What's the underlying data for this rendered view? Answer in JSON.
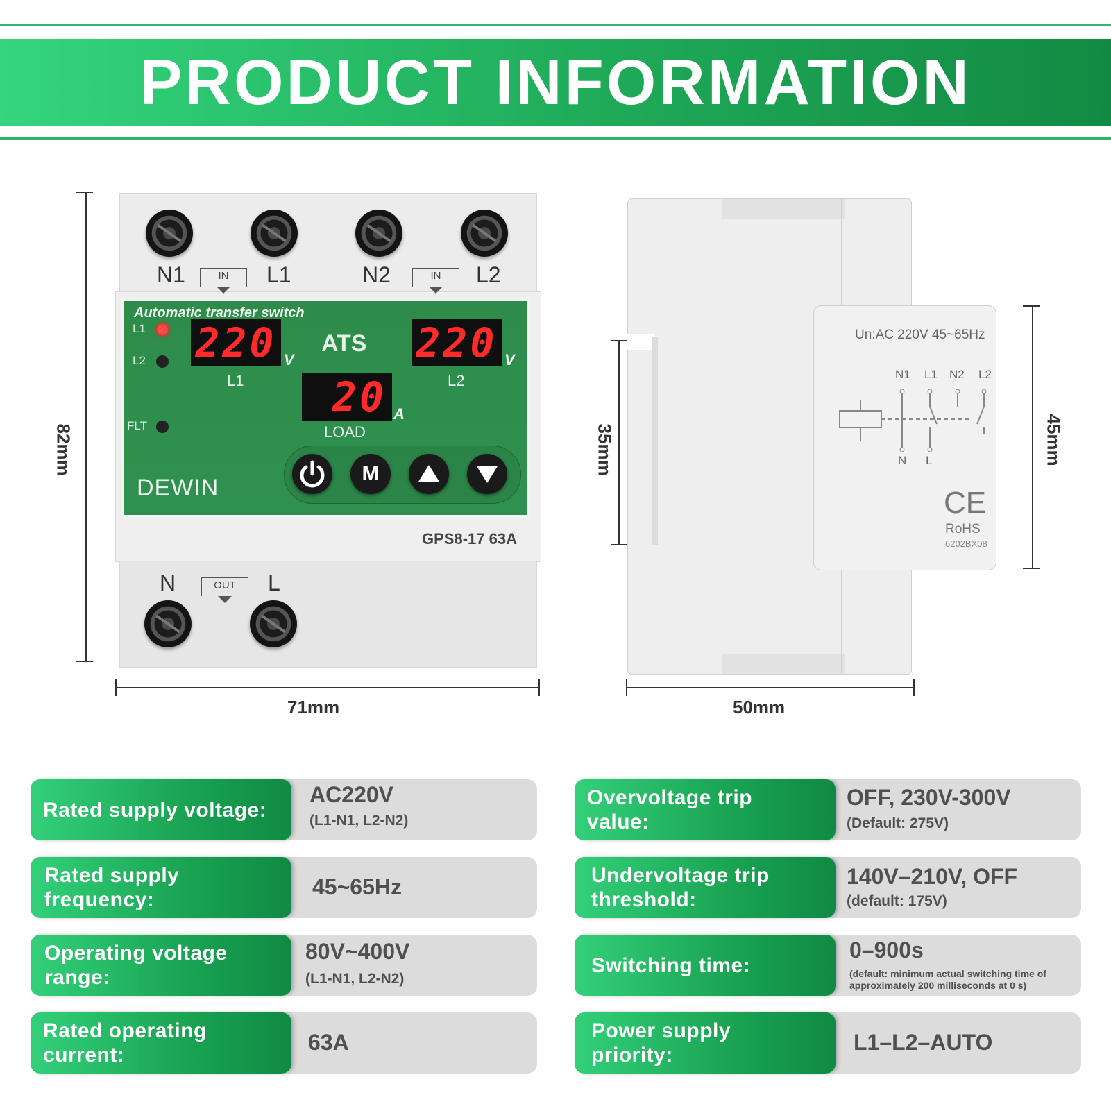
{
  "header": {
    "title": "PRODUCT INFORMATION"
  },
  "dimensions": {
    "front_height": "82mm",
    "front_width": "71mm",
    "side_rail": "35mm",
    "side_height": "45mm",
    "side_width": "50mm"
  },
  "front_device": {
    "top_terminals": [
      "N1",
      "L1",
      "N2",
      "L2"
    ],
    "in_tags": [
      "IN",
      "IN"
    ],
    "panel_title": "Automatic transfer switch",
    "led_labels": [
      "L1",
      "L2",
      "FLT"
    ],
    "display_l1": "220",
    "display_l2": "220",
    "display_load": "20",
    "unit_v": "V",
    "unit_a": "A",
    "label_l1": "L1",
    "label_l2": "L2",
    "label_load": "LOAD",
    "ats": "ATS",
    "buttons": [
      "power-icon",
      "M",
      "up-triangle-icon",
      "down-triangle-icon"
    ],
    "button_m": "M",
    "brand": "DEWIN",
    "model": "GPS8-17 63A",
    "bottom_terminals": [
      "N",
      "L"
    ],
    "out_tag": "OUT"
  },
  "side_device": {
    "rating": "Un:AC 220V 45~65Hz",
    "diagram_top": [
      "N1",
      "L1",
      "N2",
      "L2"
    ],
    "diagram_bottom": [
      "N",
      "L"
    ],
    "ce": "CE",
    "rohs": "RoHS",
    "code": "6202BX08"
  },
  "specs": [
    {
      "key": "Rated supply voltage:",
      "value": "AC220V",
      "sub": "(L1-N1, L2-N2)"
    },
    {
      "key": "Rated supply frequency:",
      "value": "45~65Hz",
      "sub": ""
    },
    {
      "key": "Operating voltage range:",
      "value": "80V~400V",
      "sub": "(L1-N1, L2-N2)"
    },
    {
      "key": "Rated operating current:",
      "value": "63A",
      "sub": ""
    },
    {
      "key": "Overvoltage trip value:",
      "value": "OFF, 230V-300V",
      "sub": "(Default: 275V)"
    },
    {
      "key": "Undervoltage trip threshold:",
      "value": "140V–210V, OFF",
      "sub": "(default: 175V)"
    },
    {
      "key": "Switching time:",
      "value": "0–900s",
      "sub": "(default: minimum actual switching time of approximately 200 milliseconds at 0 s)"
    },
    {
      "key": "Power supply priority:",
      "value": "L1–L2–AUTO",
      "sub": ""
    }
  ],
  "colors": {
    "green_light": "#34d57d",
    "green_dark": "#128a43",
    "panel_green": "#2f8c4a",
    "segment_red": "#ff2a2a",
    "row_grey": "#dcdcdc"
  }
}
